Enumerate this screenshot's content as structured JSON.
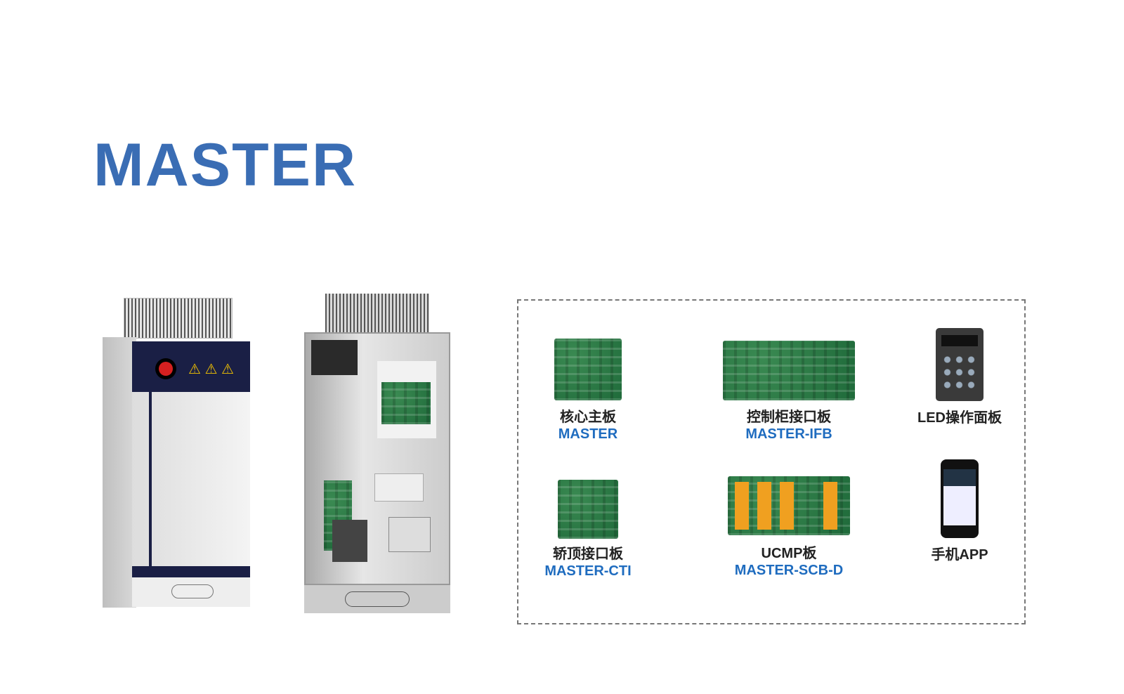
{
  "title": "MASTER",
  "components": [
    {
      "cn": "核心主板",
      "en": "MASTER"
    },
    {
      "cn": "控制柜接口板",
      "en": "MASTER-IFB"
    },
    {
      "cn": "LED操作面板",
      "en": ""
    },
    {
      "cn": "轿顶接口板",
      "en": "MASTER-CTI"
    },
    {
      "cn": "UCMP板",
      "en": "MASTER-SCB-D"
    },
    {
      "cn": "手机APP",
      "en": ""
    }
  ],
  "colors": {
    "title": "#3a6db4",
    "model": "#1f6cbf"
  }
}
